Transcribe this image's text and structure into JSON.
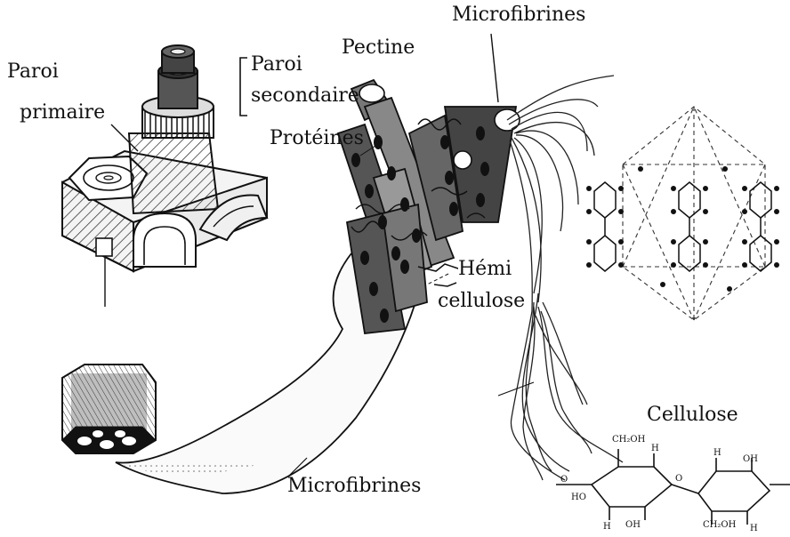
{
  "diagram": {
    "labels": {
      "paroi_primaire_1": "Paroi",
      "paroi_primaire_2": "primaire",
      "paroi_secondaire_1": "Paroi",
      "paroi_secondaire_2": "secondaire",
      "pectine": "Pectine",
      "microfibrines_top": "Microfibrines",
      "proteines": "Protéines",
      "hemi_1": "Hémi",
      "hemi_2": "cellulose",
      "cellulose": "Cellulose",
      "microfibrines_bottom": "Microfibrines"
    },
    "chemistry": {
      "ch2oh_top": "CH₂OH",
      "ch2oh_bottom": "CH₂OH",
      "h": "H",
      "oh": "OH",
      "ho": "HO",
      "o": "O"
    }
  }
}
